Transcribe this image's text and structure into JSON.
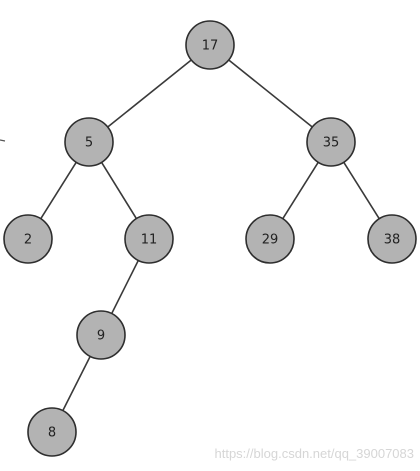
{
  "tree": {
    "nodes": [
      {
        "id": "n17",
        "label": "17"
      },
      {
        "id": "n5",
        "label": "5"
      },
      {
        "id": "n35",
        "label": "35"
      },
      {
        "id": "n2",
        "label": "2"
      },
      {
        "id": "n11",
        "label": "11"
      },
      {
        "id": "n29",
        "label": "29"
      },
      {
        "id": "n38",
        "label": "38"
      },
      {
        "id": "n9",
        "label": "9"
      },
      {
        "id": "n8",
        "label": "8"
      }
    ],
    "edges": [
      [
        "n17",
        "n5"
      ],
      [
        "n17",
        "n35"
      ],
      [
        "n5",
        "n2"
      ],
      [
        "n5",
        "n11"
      ],
      [
        "n35",
        "n29"
      ],
      [
        "n35",
        "n38"
      ],
      [
        "n11",
        "n9"
      ],
      [
        "n9",
        "n8"
      ]
    ]
  },
  "colors": {
    "node_fill": "#b3b3b3",
    "node_stroke": "#2e2e2e",
    "edge": "#3a3a3a"
  },
  "watermark": "https://blog.csdn.net/qq_39007083"
}
